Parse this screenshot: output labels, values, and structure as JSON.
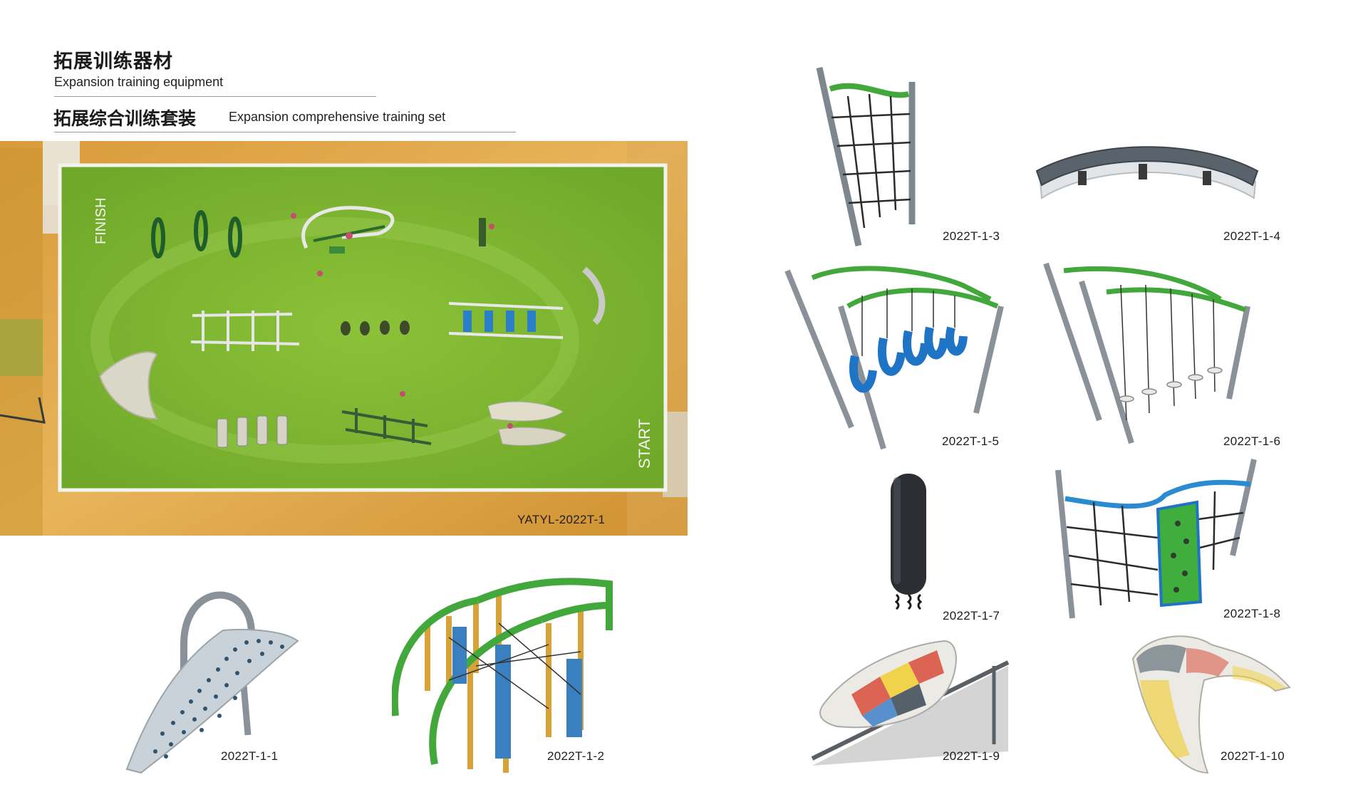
{
  "header": {
    "title_cn": "拓展训练器材",
    "title_en": "Expansion training equipment",
    "subtitle_cn": "拓展综合训练套装",
    "subtitle_en": "Expansion comprehensive training set"
  },
  "aerial": {
    "finish_label": "FINISH",
    "start_label": "START",
    "set_code": "YATYL-2022T-1"
  },
  "products": [
    {
      "code": "2022T-1-1",
      "icon": "curved-climbing-panel-with-handrail"
    },
    {
      "code": "2022T-1-2",
      "icon": "arched-rope-tunnel"
    },
    {
      "code": "2022T-1-3",
      "icon": "climbing-net-wall"
    },
    {
      "code": "2022T-1-4",
      "icon": "curved-spring-balance-beam"
    },
    {
      "code": "2022T-1-5",
      "icon": "hanging-seat-swing-walk"
    },
    {
      "code": "2022T-1-6",
      "icon": "hanging-disc-rope-bridge"
    },
    {
      "code": "2022T-1-7",
      "icon": "spring-post"
    },
    {
      "code": "2022T-1-8",
      "icon": "net-and-climbing-wall"
    },
    {
      "code": "2022T-1-9",
      "icon": "inclined-colored-climbing-board"
    },
    {
      "code": "2022T-1-10",
      "icon": "curved-colored-climbing-board"
    }
  ],
  "colors": {
    "frame_green": "#3aa83a",
    "post_gray": "#8a9198",
    "seat_blue": "#1f74c6",
    "turf_green": "#7fb62c",
    "dirt_orange": "#e0a84a"
  }
}
